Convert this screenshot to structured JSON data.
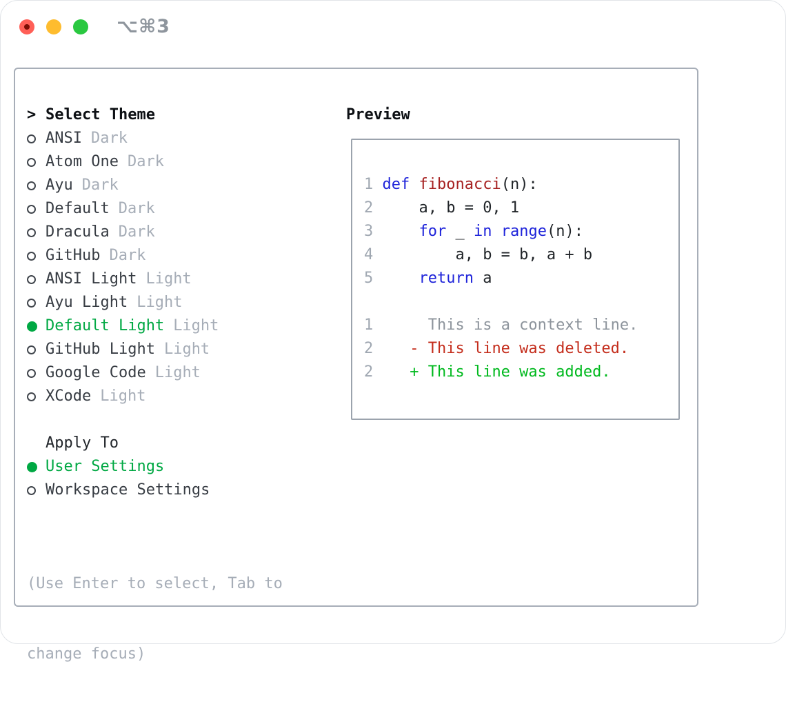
{
  "window": {
    "title": "⌥⌘3",
    "traffic_lights": [
      "close",
      "minimize",
      "zoom"
    ]
  },
  "colors": {
    "accent_green": "#00a843",
    "keyword_blue": "#1f24da",
    "function_red": "#a62121",
    "diff_deleted_red": "#c42d1c",
    "diff_added_green": "#00b91e",
    "muted_gray": "#a6adb7",
    "panel_border": "#a7aeb8"
  },
  "theme_menu": {
    "prompt": ">",
    "title": "Select Theme",
    "items": [
      {
        "name": "ANSI",
        "tag": "Dark",
        "selected": false
      },
      {
        "name": "Atom One",
        "tag": "Dark",
        "selected": false
      },
      {
        "name": "Ayu",
        "tag": "Dark",
        "selected": false
      },
      {
        "name": "Default",
        "tag": "Dark",
        "selected": false
      },
      {
        "name": "Dracula",
        "tag": "Dark",
        "selected": false
      },
      {
        "name": "GitHub",
        "tag": "Dark",
        "selected": false
      },
      {
        "name": "ANSI Light",
        "tag": "Light",
        "selected": false
      },
      {
        "name": "Ayu Light",
        "tag": "Light",
        "selected": false
      },
      {
        "name": "Default Light",
        "tag": "Light",
        "selected": true
      },
      {
        "name": "GitHub Light",
        "tag": "Light",
        "selected": false
      },
      {
        "name": "Google Code",
        "tag": "Light",
        "selected": false
      },
      {
        "name": "XCode",
        "tag": "Light",
        "selected": false
      }
    ]
  },
  "apply_to": {
    "title": "Apply To",
    "options": [
      {
        "label": "User Settings",
        "selected": true
      },
      {
        "label": "Workspace Settings",
        "selected": false
      }
    ]
  },
  "hint_lines": [
    "(Use Enter to select, Tab to",
    "change focus)"
  ],
  "preview": {
    "title": "Preview",
    "lines": [
      [
        {
          "t": "1",
          "c": "ln"
        },
        {
          "t": " ",
          "c": "pl"
        },
        {
          "t": "def",
          "c": "kw"
        },
        {
          "t": " ",
          "c": "pl"
        },
        {
          "t": "fibonacci",
          "c": "fn"
        },
        {
          "t": "(n):",
          "c": "pl"
        }
      ],
      [
        {
          "t": "2",
          "c": "ln"
        },
        {
          "t": "     a, b = 0, 1",
          "c": "pl"
        }
      ],
      [
        {
          "t": "3",
          "c": "ln"
        },
        {
          "t": "     ",
          "c": "pl"
        },
        {
          "t": "for",
          "c": "kw"
        },
        {
          "t": " _ ",
          "c": "pl"
        },
        {
          "t": "in",
          "c": "kw"
        },
        {
          "t": " ",
          "c": "pl"
        },
        {
          "t": "range",
          "c": "kw"
        },
        {
          "t": "(n):",
          "c": "pl"
        }
      ],
      [
        {
          "t": "4",
          "c": "ln"
        },
        {
          "t": "         a, b = b, a + b",
          "c": "pl"
        }
      ],
      [
        {
          "t": "5",
          "c": "ln"
        },
        {
          "t": "     ",
          "c": "pl"
        },
        {
          "t": "return",
          "c": "kw"
        },
        {
          "t": " a",
          "c": "pl"
        }
      ],
      [],
      [
        {
          "t": "1",
          "c": "ln"
        },
        {
          "t": "      ",
          "c": "pl"
        },
        {
          "t": "This is a context line.",
          "c": "ctx"
        }
      ],
      [
        {
          "t": "2",
          "c": "ln"
        },
        {
          "t": "    ",
          "c": "pl"
        },
        {
          "t": "- This line was deleted.",
          "c": "del"
        }
      ],
      [
        {
          "t": "2",
          "c": "ln"
        },
        {
          "t": "    ",
          "c": "pl"
        },
        {
          "t": "+ This line was added.",
          "c": "add"
        }
      ]
    ]
  }
}
